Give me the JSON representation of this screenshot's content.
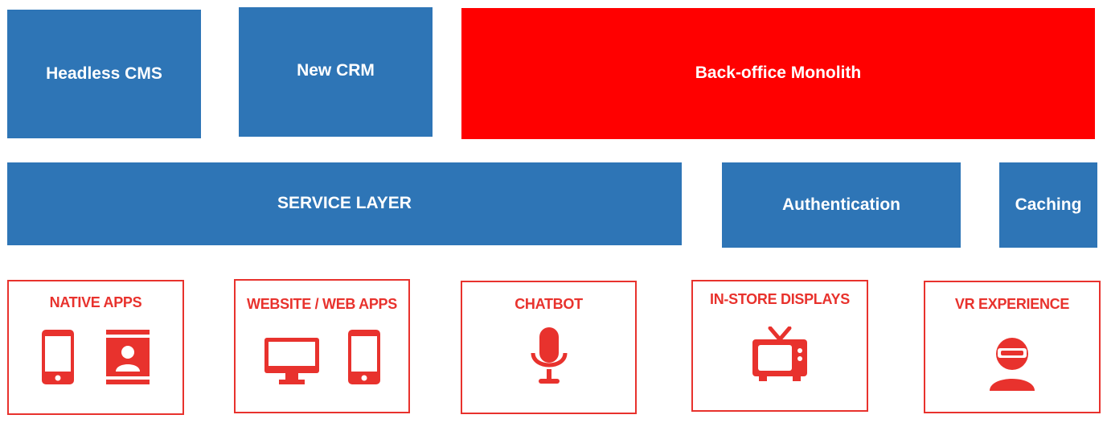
{
  "top_systems": {
    "headless_cms": "Headless CMS",
    "new_crm": "New CRM",
    "monolith": "Back-office Monolith"
  },
  "middle_layer": {
    "service_layer": "SERVICE LAYER",
    "authentication": "Authentication",
    "caching": "Caching"
  },
  "channels": [
    {
      "label": "NATIVE APPS",
      "icons": [
        "phone-icon",
        "contact-card-icon"
      ]
    },
    {
      "label": "WEBSITE / WEB APPS",
      "icons": [
        "monitor-icon",
        "phone-icon"
      ]
    },
    {
      "label": "CHATBOT",
      "icons": [
        "microphone-icon"
      ]
    },
    {
      "label": "IN-STORE DISPLAYS",
      "icons": [
        "tv-icon"
      ]
    },
    {
      "label": "VR EXPERIENCE",
      "icons": [
        "vr-user-icon"
      ]
    }
  ],
  "colors": {
    "blue": "#2e75b6",
    "monolith_red": "#ff0000",
    "channel_red": "#e8322d"
  }
}
